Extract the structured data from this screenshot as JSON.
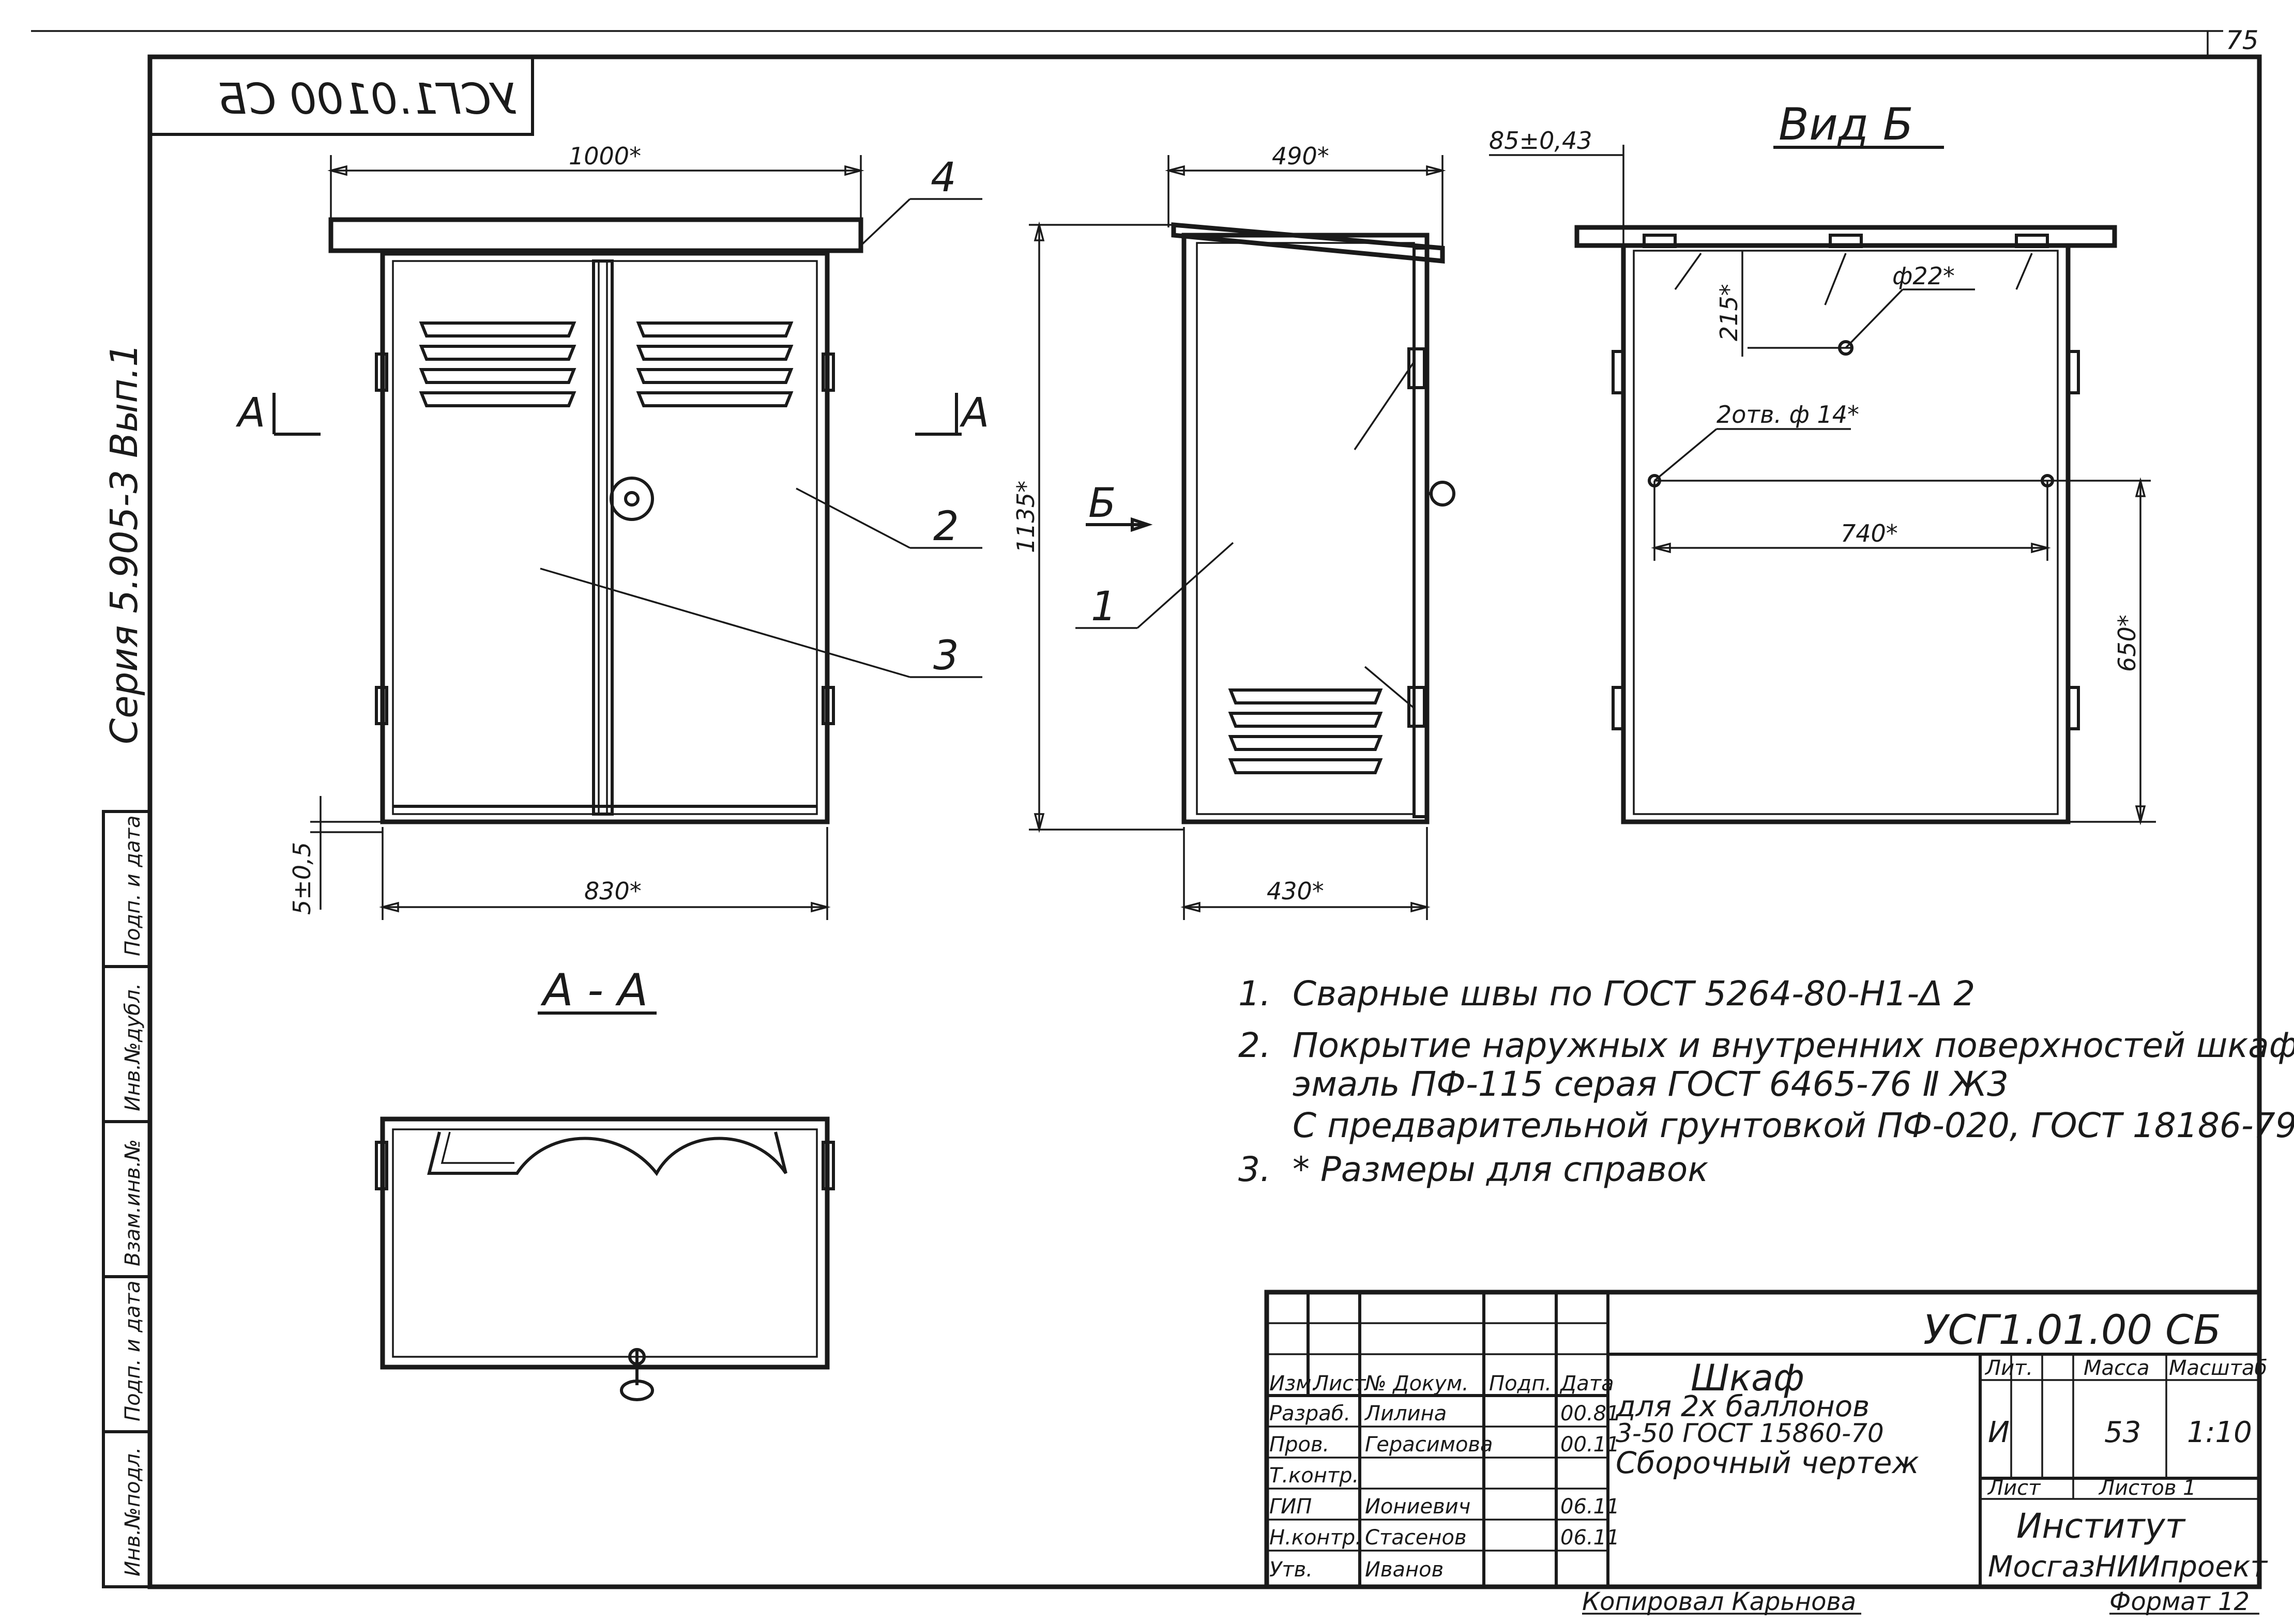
{
  "sheet_number": "75",
  "stamp_code": "УСГ1.0100 СБ",
  "series": "Серия 5.905-3 Вып.1",
  "side_stamp": [
    "Инв.№подл.",
    "Подп. и дата",
    "Взам.инв.№",
    "Инв.№дубл.",
    "Подп. и дата"
  ],
  "front_view": {
    "width_top": "1000*",
    "width_bottom": "830*",
    "gap": "5±0,5",
    "section_mark": "А",
    "callouts": [
      "4",
      "2",
      "3"
    ]
  },
  "side_view": {
    "width_top": "490*",
    "width_bottom": "430*",
    "height": "1135*",
    "view_mark": "Б",
    "callout": "1"
  },
  "view_b": {
    "title": "Вид Б",
    "offset": "85±0,43",
    "dim_215": "215*",
    "hole_d22": "ф22*",
    "holes_d14": "2отв. ф 14*",
    "dim_740": "740*",
    "dim_650": "650*"
  },
  "section_aa": {
    "title": "А - А"
  },
  "notes": [
    {
      "num": "1.",
      "lines": [
        "Сварные швы по ГОСТ 5264-80-Н1-Δ 2"
      ]
    },
    {
      "num": "2.",
      "lines": [
        "Покрытие наружных и внутренних поверхностей шкафа:",
        "эмаль ПФ-115 серая ГОСТ 6465-76 Ⅱ Ж3",
        "С предварительной грунтовкой ПФ-020, ГОСТ 18186-79"
      ]
    },
    {
      "num": "3.",
      "lines": [
        "* Размеры для справок"
      ]
    }
  ],
  "title_block": {
    "doc_code": "УСГ1.01.00 СБ",
    "name_line1": "Шкаф",
    "name_line2": "для 2х баллонов",
    "name_line3": "3-50 ГОСТ 15860-70",
    "name_line4": "Сборочный чертеж",
    "head_cols": [
      "Изм.",
      "Лист",
      "№ Докум.",
      "Подп.",
      "Дата"
    ],
    "rows": [
      {
        "role": "Разраб.",
        "name": "Лилина",
        "date": "00.81"
      },
      {
        "role": "Пров.",
        "name": "Герасимова",
        "date": "00.11"
      },
      {
        "role": "Т.контр.",
        "name": "",
        "date": ""
      },
      {
        "role": "ГИП",
        "name": "Иониевич",
        "date": "06.11"
      },
      {
        "role": "Н.контр.",
        "name": "Стасенов",
        "date": "06.11"
      },
      {
        "role": "Утв.",
        "name": "Иванов",
        "date": ""
      }
    ],
    "lit_label": "Лит.",
    "mass_label": "Масса",
    "scale_label": "Масштаб",
    "lit_value": "И",
    "mass_value": "53",
    "scale_value": "1:10",
    "sheet_label": "Лист",
    "sheets_label": "Листов 1",
    "org_line1": "Институт",
    "org_line2": "МосгазНИИпроект"
  },
  "copied_by": "Копировал Карьнова",
  "format": "Формат 12"
}
